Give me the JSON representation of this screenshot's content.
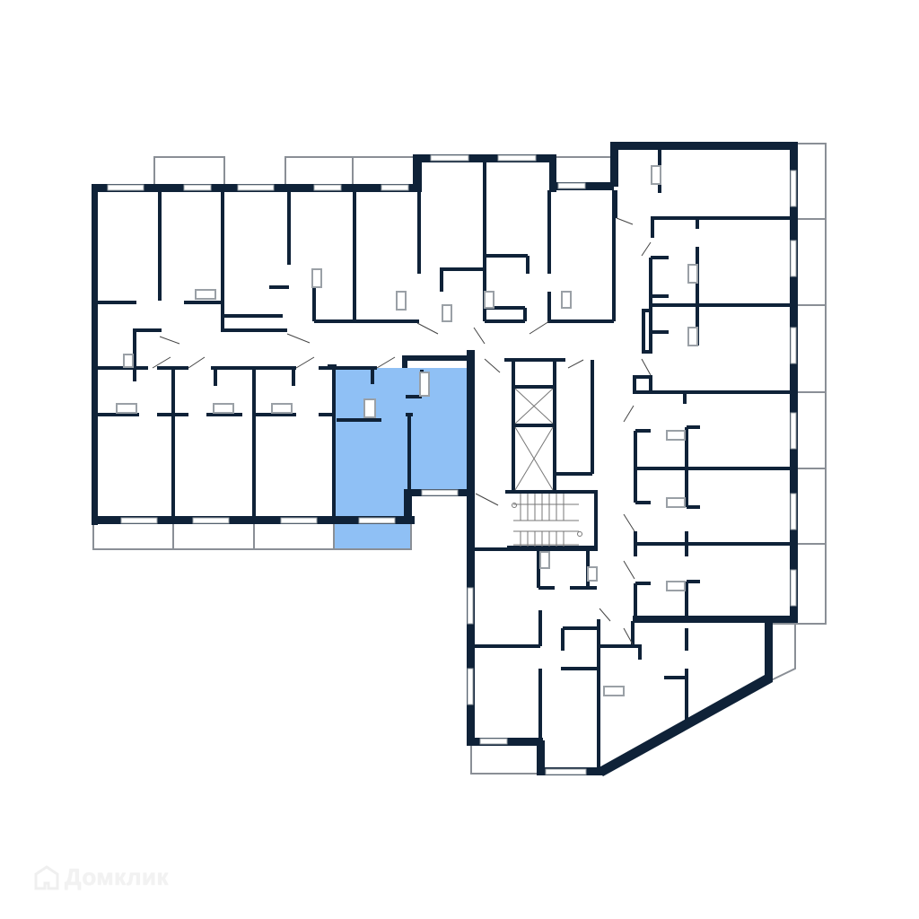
{
  "watermark": {
    "text": "Домклик",
    "icon": "house-logo-icon"
  },
  "colors": {
    "wall": "#0f2238",
    "highlight": "#8fc0f5",
    "background": "#ffffff",
    "balcony_rail": "#8a8f96"
  },
  "plan": {
    "type": "floor-plan",
    "selected_apartment": {
      "label": "selected-apartment",
      "rooms": 1,
      "has_balcony": true
    }
  }
}
